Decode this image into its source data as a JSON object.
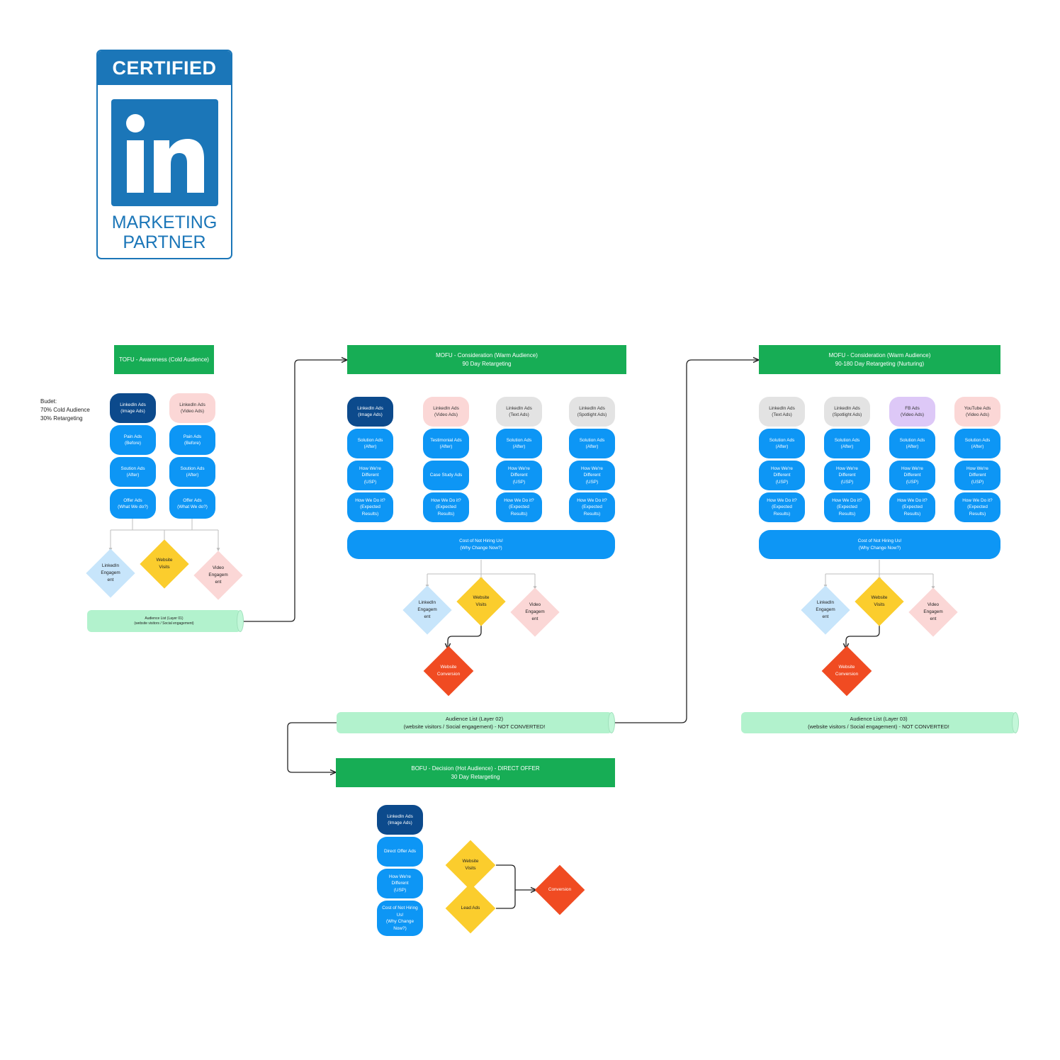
{
  "badge": {
    "top_text": "CERTIFIED",
    "logo_text": "in",
    "bottom_text": "MARKETING\nPARTNER",
    "brand_color": "#1b76b8"
  },
  "colors": {
    "stage_header": "#17ad55",
    "ad_step": "#0d96f5",
    "linkedin_image": "#0c4a8c",
    "video_ads": "#fbd7d6",
    "text_spotlight_ads": "#e3e3e3",
    "fb_ads": "#ddc8f7",
    "audience_list": "#b2f2cd",
    "website_visits": "#fbcd2d",
    "conversion": "#f04b22",
    "linkedin_engagement": "#c7e5fb"
  },
  "tofu": {
    "header": "TOFU - Awareness (Cold Audience)",
    "budget_note": "Budet:\n70% Cold Audience\n30% Retargeting",
    "columns": [
      [
        "LinkedIn Ads\n(Image Ads)",
        "Pain Ads\n(Before)",
        "Soution Ads\n(After)",
        "Offer Ads\n(What We do?)"
      ],
      [
        "LinkedIn Ads\n(Video Ads)",
        "Pain Ads\n(Before)",
        "Soution Ads\n(After)",
        "Offer Ads\n(What We do?)"
      ]
    ],
    "diamonds": [
      "LinkedIn\nEngagem\nent",
      "Website\nVisits",
      "Video\nEngagem\nent"
    ],
    "audience_list": "Audience List (Layer 01)\n(website visitors / Social engagement)"
  },
  "mofu1": {
    "header": "MOFU - Consideration (Warm Audience)\n90 Day Retargeting",
    "columns": [
      [
        "LinkedIn Ads\n(Image Ads)",
        "Solution Ads\n(After)",
        "How We're\nDifferent\n(USP)",
        "How We Do it?\n(Expected\nResults)"
      ],
      [
        "LinkedIn Ads\n(Video Ads)",
        "Testimonial Ads\n(After)",
        "Case Study Ads",
        "How We Do it?\n(Expected\nResults)"
      ],
      [
        "LinkedIn Ads\n(Text Ads)",
        "Solution Ads\n(After)",
        "How We're\nDifferent\n(USP)",
        "How We Do it?\n(Expected\nResults)"
      ],
      [
        "LinkedIn Ads\n(Spotlight Ads)",
        "Solution Ads\n(After)",
        "How We're\nDifferent\n(USP)",
        "How We Do it?\n(Expected\nResults)"
      ]
    ],
    "cost_box": "Cost of Not Hiring Us!\n(Why Change Now?)",
    "diamonds": [
      "LinkedIn\nEngagem\nent",
      "Website\nVisits",
      "Video\nEngagem\nent"
    ],
    "conversion": "Website\nConversion",
    "audience_list": "Audience List (Layer 02)\n(website visitors / Social engagement) - NOT CONVERTED!"
  },
  "mofu2": {
    "header": "MOFU - Consideration (Warm Audience)\n90-180 Day Retargeting (Nurturing)",
    "columns": [
      [
        "LinkedIn Ads\n(Text Ads)",
        "Solution Ads\n(After)",
        "How We're\nDifferent\n(USP)",
        "How We Do it?\n(Expected\nResults)"
      ],
      [
        "LinkedIn Ads\n(Spotlight Ads)",
        "Solution Ads\n(After)",
        "How We're\nDifferent\n(USP)",
        "How We Do it?\n(Expected\nResults)"
      ],
      [
        "FB Ads\n(Video Ads)",
        "Solution Ads\n(After)",
        "How We're\nDifferent\n(USP)",
        "How We Do it?\n(Expected\nResults)"
      ],
      [
        "YouTube Ads\n(Video Ads)",
        "Solution Ads\n(After)",
        "How We're\nDifferent\n(USP)",
        "How We Do it?\n(Expected\nResults)"
      ]
    ],
    "cost_box": "Cost of Not Hiring Us!\n(Why Change Now?)",
    "diamonds": [
      "LinkedIn\nEngagem\nent",
      "Website\nVisits",
      "Video\nEngagem\nent"
    ],
    "conversion": "Website\nConversion",
    "audience_list": "Audience List (Layer 03)\n(website visitors / Social engagement) - NOT CONVERTED!"
  },
  "bofu": {
    "header": "BOFU - Decision (Hot Audience) - DIRECT OFFER\n30 Day Retargeting",
    "column": [
      "LinkedIn Ads\n(Image Ads)",
      "Direct Offer Ads",
      "How We're\nDifferent\n(USP)",
      "Cost of Not Hiring\nUs!\n(Why Change\nNow?)"
    ],
    "diamonds": [
      "Website\nVisits",
      "Lead Ads"
    ],
    "conversion": "Conversion"
  }
}
